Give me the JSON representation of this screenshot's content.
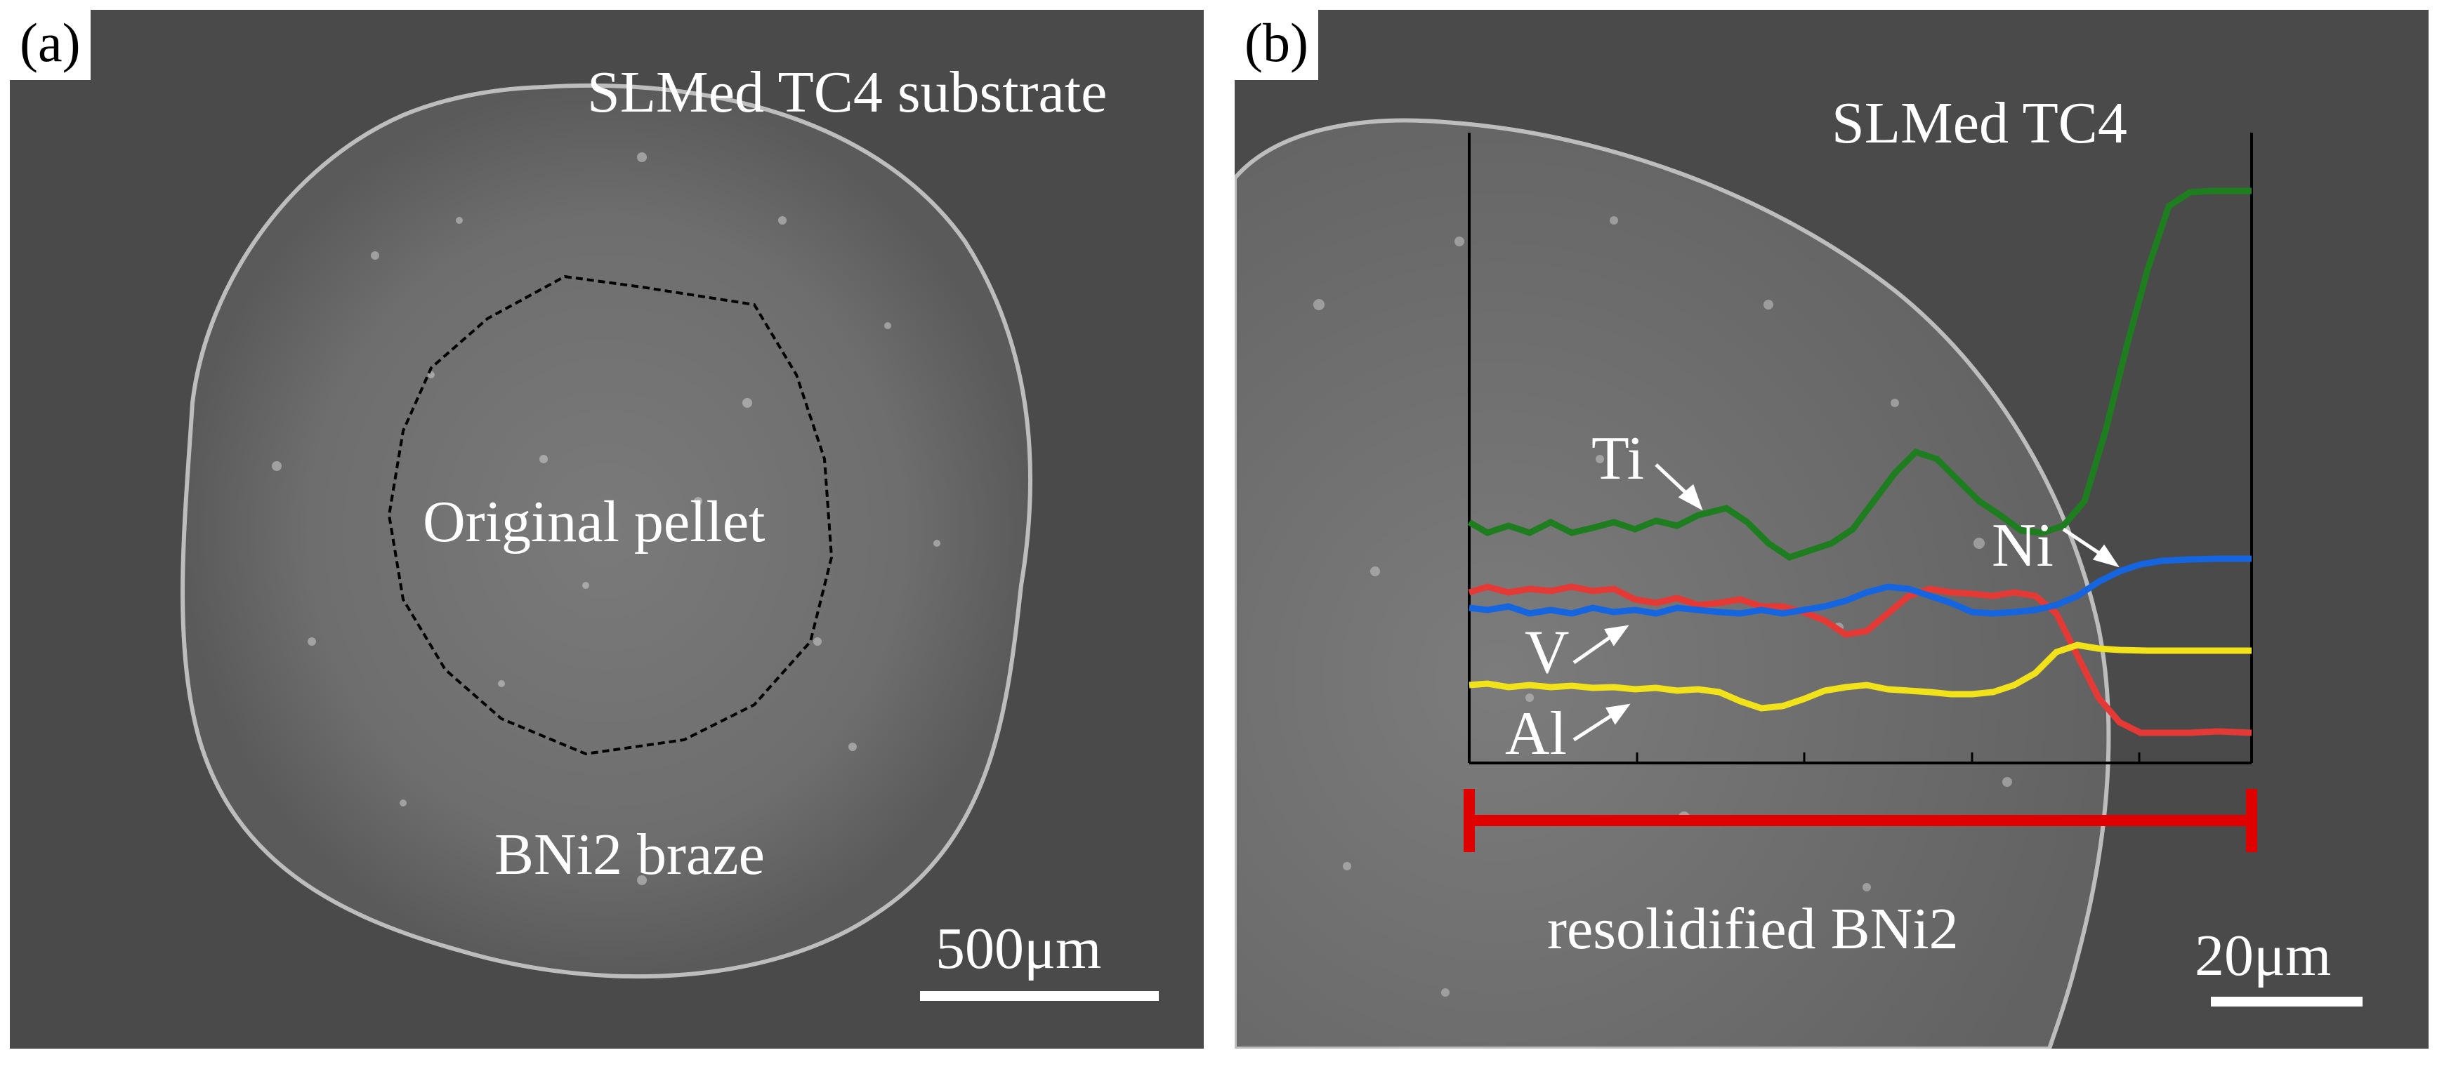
{
  "figure": {
    "panel_a": {
      "tag": "(a)",
      "substrate_label": "SLMed TC4 substrate",
      "region_label": "Original pellet",
      "braze_label": "BNi2 braze",
      "scale_label": "500μm"
    },
    "panel_b": {
      "tag": "(b)",
      "substrate_label": "SLMed TC4",
      "region_label": "resolidified BNi2",
      "scale_label": "20μm",
      "line_scan": {
        "series": [
          {
            "name": "Ti",
            "color": "#1e7d1e"
          },
          {
            "name": "Ni",
            "color": "#e53935"
          },
          {
            "name": "V",
            "color": "#1565e0"
          },
          {
            "name": "Al",
            "color": "#f2e21a"
          }
        ],
        "scan_line_color": "#e00000"
      }
    }
  }
}
